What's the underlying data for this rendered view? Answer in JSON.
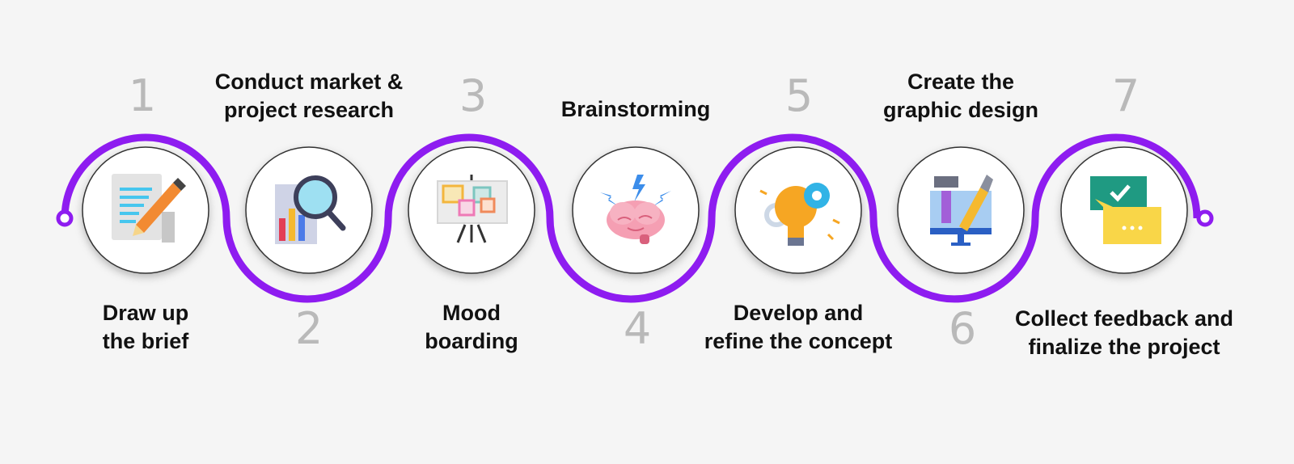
{
  "colors": {
    "path": "#8e1cf0",
    "background": "#f5f5f5",
    "number": "#b9b9b9"
  },
  "steps": [
    {
      "number": "1",
      "lines": [
        "Draw up",
        "the brief"
      ],
      "icon": "document-pencil-icon"
    },
    {
      "number": "2",
      "lines": [
        "Conduct market &",
        "project research"
      ],
      "icon": "chart-magnifier-icon"
    },
    {
      "number": "3",
      "lines": [
        "Mood",
        "boarding"
      ],
      "icon": "easel-moodboard-icon"
    },
    {
      "number": "4",
      "lines": [
        "Brainstorming"
      ],
      "icon": "brain-lightning-icon"
    },
    {
      "number": "5",
      "lines": [
        "Develop and",
        "refine the concept"
      ],
      "icon": "lightbulb-gears-icon"
    },
    {
      "number": "6",
      "lines": [
        "Create the",
        "graphic design"
      ],
      "icon": "monitor-brush-icon"
    },
    {
      "number": "7",
      "lines": [
        "Collect feedback and",
        "finalize the project"
      ],
      "icon": "chat-bubbles-check-icon"
    }
  ]
}
